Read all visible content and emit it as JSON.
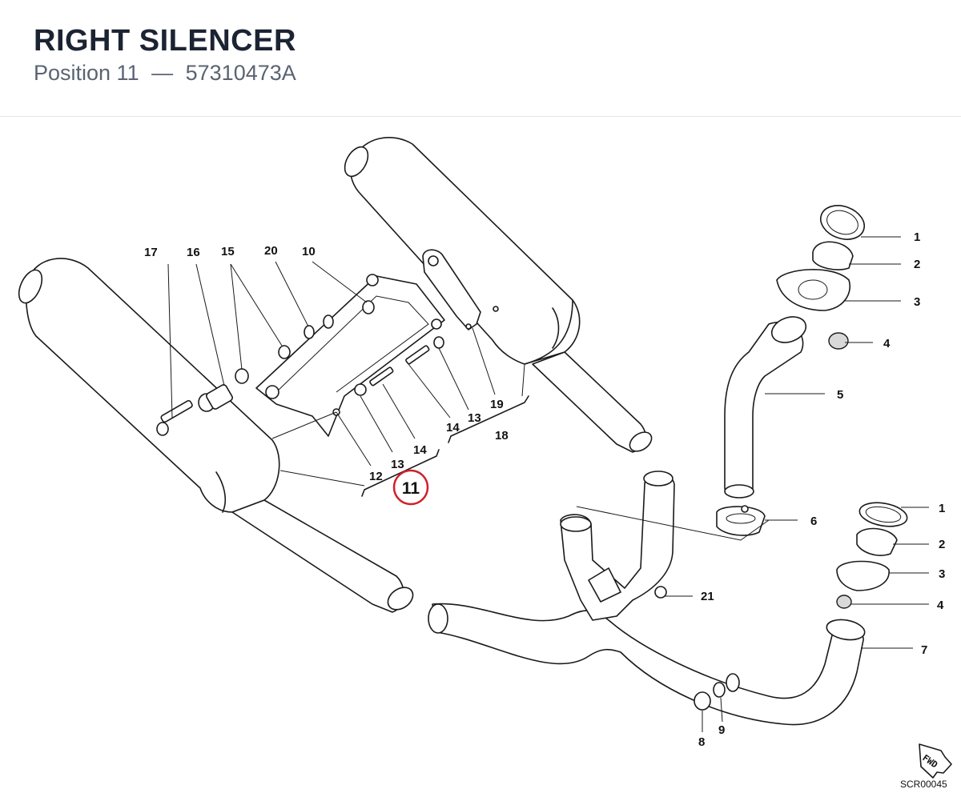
{
  "header": {
    "title": "RIGHT SILENCER",
    "position_label": "Position 11",
    "separator": "—",
    "part_number": "57310473A"
  },
  "diagram": {
    "highlight_color": "#d0202a",
    "callouts": {
      "c1a": "1",
      "c2a": "2",
      "c3a": "3",
      "c4a": "4",
      "c5": "5",
      "c6": "6",
      "c1b": "1",
      "c2b": "2",
      "c3b": "3",
      "c4b": "4",
      "c7": "7",
      "c8": "8",
      "c9": "9",
      "c10": "10",
      "c11": "11",
      "c12": "12",
      "c13a": "13",
      "c14a": "14",
      "c13b": "13",
      "c14b": "14",
      "c15": "15",
      "c16": "16",
      "c17": "17",
      "c18": "18",
      "c19": "19",
      "c20": "20",
      "c21": "21"
    },
    "fwd_icon": "FWD",
    "drawing_code": "SCR00045"
  }
}
